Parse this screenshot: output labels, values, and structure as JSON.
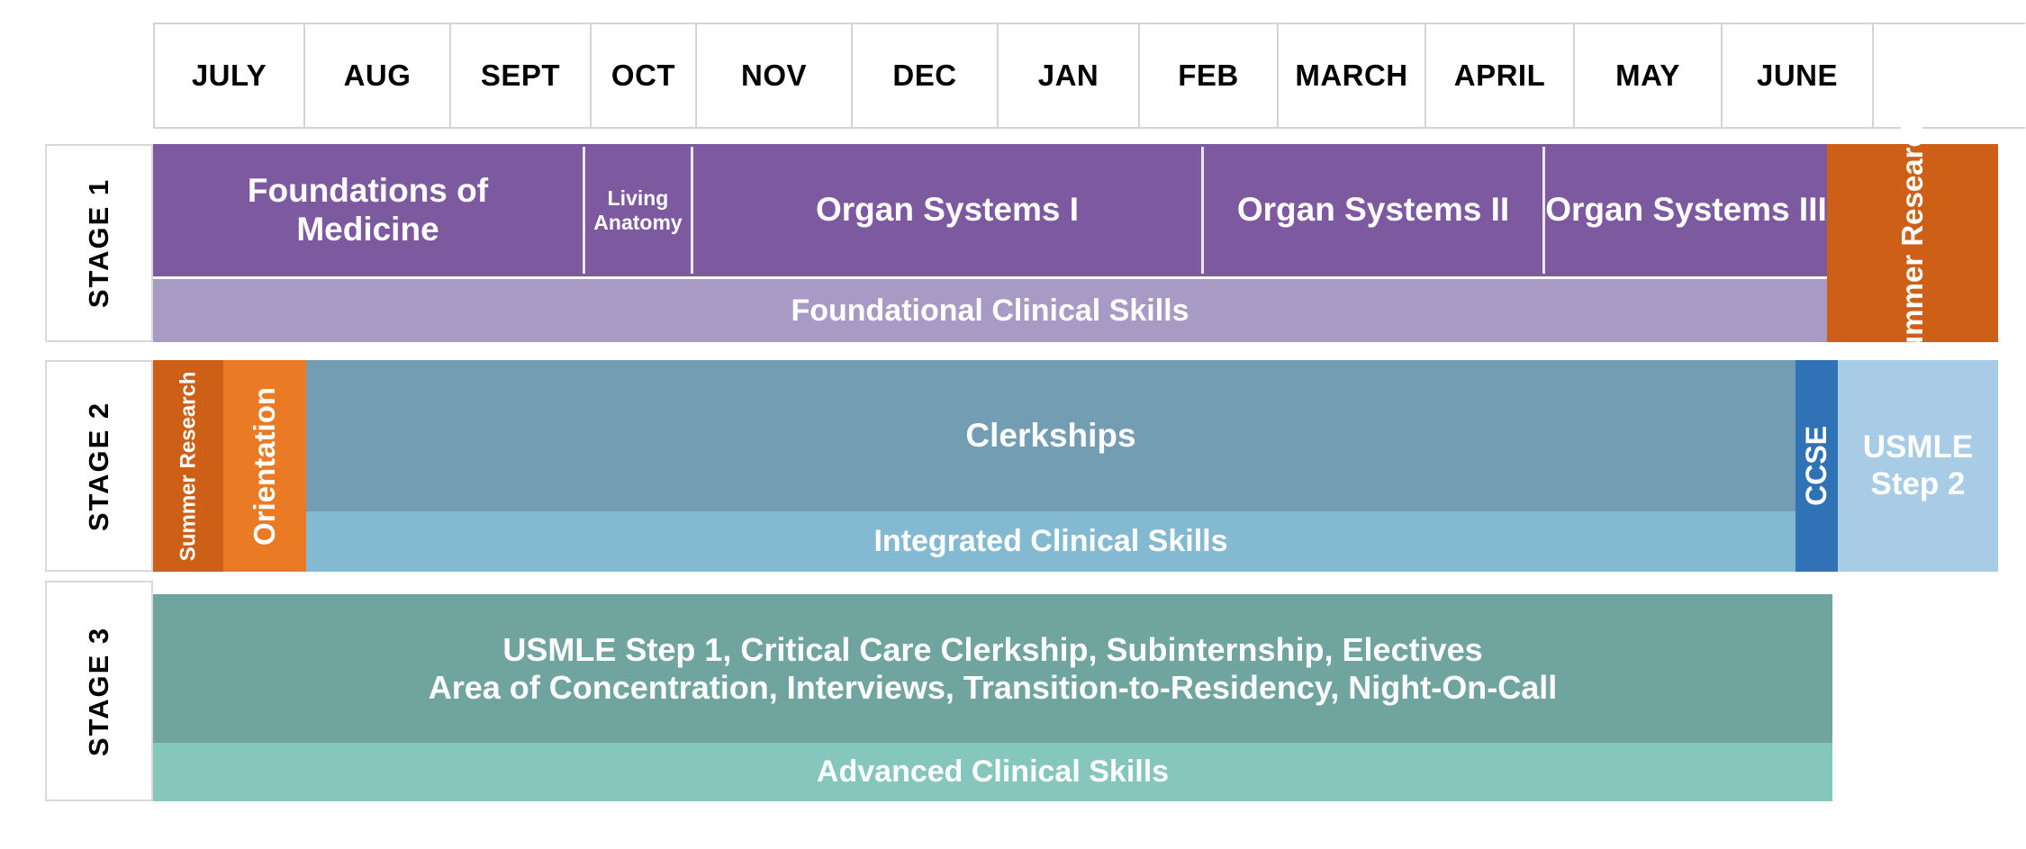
{
  "months": [
    "JULY",
    "AUG",
    "SEPT",
    "OCT",
    "NOV",
    "DEC",
    "JAN",
    "FEB",
    "MARCH",
    "APRIL",
    "MAY",
    "JUNE"
  ],
  "stages": [
    {
      "label": "STAGE 1"
    },
    {
      "label": "STAGE 2"
    },
    {
      "label": "STAGE 3"
    }
  ],
  "stage1": {
    "blocks": [
      {
        "label": "Foundations of\nMedicine"
      },
      {
        "label": "Living\nAnatomy"
      },
      {
        "label": "Organ Systems I"
      },
      {
        "label": "Organ Systems II"
      },
      {
        "label": "Organ Systems III"
      },
      {
        "label": "Summer\nResearch"
      }
    ],
    "skills_band": "Foundational Clinical Skills"
  },
  "stage2": {
    "blocks": [
      {
        "label": "Summer\nResearch"
      },
      {
        "label": "Orientation"
      },
      {
        "label": "Clerkships"
      },
      {
        "label": "CCSE"
      },
      {
        "label": "USMLE\nStep 2"
      }
    ],
    "skills_band": "Integrated Clinical Skills"
  },
  "stage3": {
    "blocks": [
      {
        "label": "USMLE Step 1, Critical Care Clerkship, Subinternship, Electives\nArea of Concentration, Interviews, Transition-to-Residency, Night-On-Call"
      }
    ],
    "skills_band": "Advanced Clinical Skills"
  },
  "colors": {
    "purple": "#7d5aa0",
    "purple_light": "#a79bc5",
    "orange_dark": "#cd5f17",
    "orange_light": "#ea7b24",
    "blue": "#729db3",
    "blue_light": "#84b9d2",
    "blue_ccse": "#2f72b5",
    "blue_usmle": "#a8cbe6",
    "teal": "#6fa49f",
    "teal_light": "#85c6bd",
    "grid_line": "#d4d4d4",
    "text_on_fill": "#ffffff",
    "text_header": "#000000"
  }
}
